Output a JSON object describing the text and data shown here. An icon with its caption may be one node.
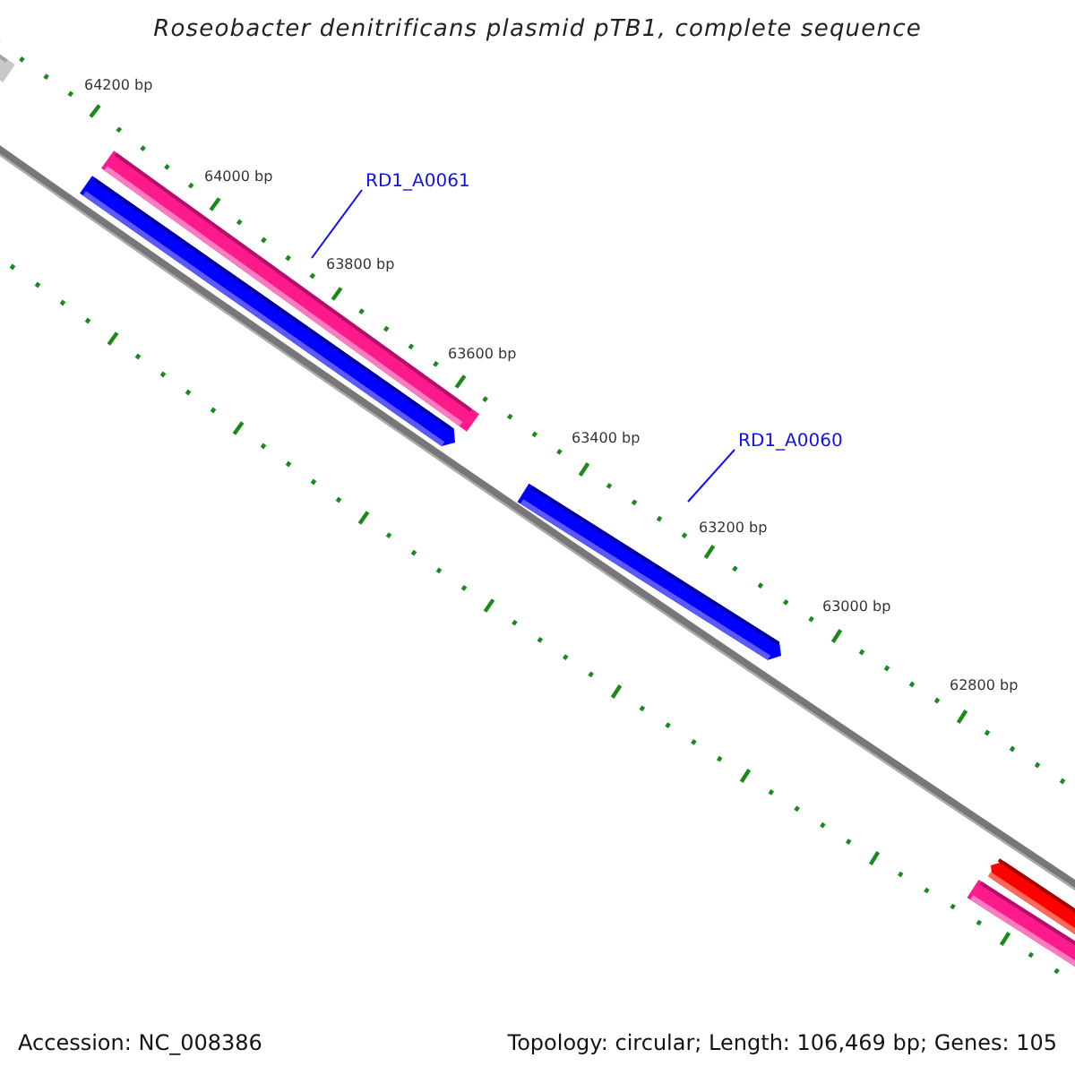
{
  "diagram": {
    "title": "Roseobacter denitrificans plasmid pTB1, complete sequence",
    "nodes": [
      {
        "text": [
          "RD1_A0061"
        ]
      },
      {
        "text": [
          "RD1_A0060"
        ]
      }
    ],
    "edges": [
      {
        "from": 0,
        "to": null,
        "arrow": "none"
      },
      {
        "from": 1,
        "to": null,
        "arrow": "none"
      }
    ],
    "labels": [
      "64200 bp",
      "64000 bp",
      "63800 bp",
      "63600 bp",
      "63400 bp",
      "63200 bp",
      "63000 bp",
      "62800 bp",
      "Accession: NC_008386",
      "Topology: circular; Length: 106,469 bp; Genes: 105"
    ]
  }
}
